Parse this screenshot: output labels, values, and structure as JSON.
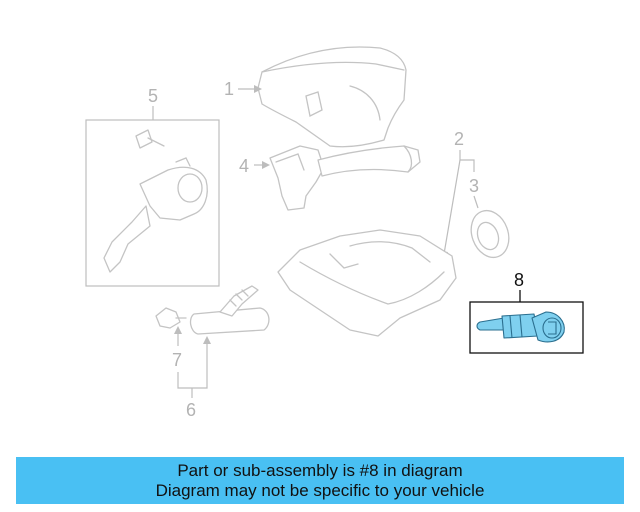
{
  "diagram": {
    "callouts": {
      "c1": "1",
      "c2": "2",
      "c3": "3",
      "c4": "4",
      "c5": "5",
      "c6": "6",
      "c7": "7",
      "c8": "8"
    },
    "highlighted_part": "8",
    "colors": {
      "highlight_part": "#7fd0ef",
      "ghost_parts": "#c4c4c4",
      "banner_background": "#49c0f3"
    }
  },
  "banner": {
    "line1": "Part or sub-assembly is #8 in diagram",
    "line2": "Diagram may not be specific to your vehicle"
  }
}
